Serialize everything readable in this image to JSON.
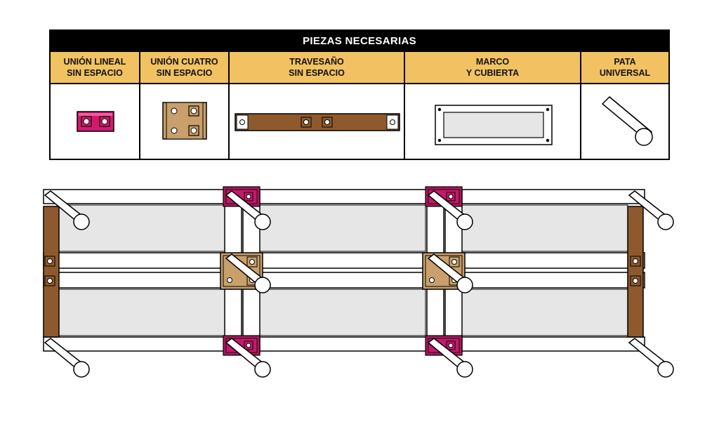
{
  "parts": {
    "title": "PIEZAS NECESARIAS",
    "columns": [
      {
        "label": "UNIÓN LINEAL\nSIN ESPACIO",
        "icon": "linear-union-icon"
      },
      {
        "label": "UNIÓN CUATRO\nSIN ESPACIO",
        "icon": "four-way-union-icon"
      },
      {
        "label": "TRAVESAÑO\nSIN ESPACIO",
        "icon": "crossbar-icon"
      },
      {
        "label": "MARCO\nY CUBIERTA",
        "icon": "frame-cover-icon"
      },
      {
        "label": "PATA\nUNIVERSAL",
        "icon": "universal-leg-icon"
      }
    ]
  },
  "colors": {
    "header_bg": "#f2c262",
    "linear_union": "#d4186f",
    "four_way_union": "#c9a06b",
    "crossbar": "#8e5a2d",
    "panel": "#e6e6e6"
  }
}
